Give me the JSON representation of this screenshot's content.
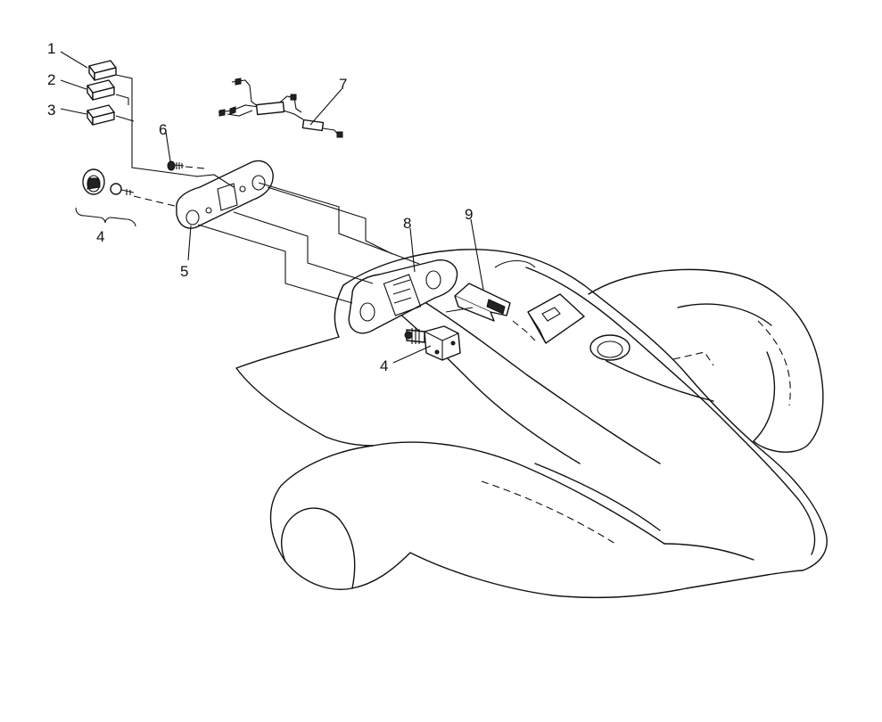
{
  "callouts": [
    {
      "id": "c1",
      "text": "1"
    },
    {
      "id": "c2",
      "text": "2"
    },
    {
      "id": "c3",
      "text": "3"
    },
    {
      "id": "c4a",
      "text": "4"
    },
    {
      "id": "c4b",
      "text": "4"
    },
    {
      "id": "c5",
      "text": "5"
    },
    {
      "id": "c6",
      "text": "6"
    },
    {
      "id": "c7",
      "text": "7"
    },
    {
      "id": "c8",
      "text": "8"
    },
    {
      "id": "c9",
      "text": "9"
    }
  ],
  "colors": {
    "line": "#111111",
    "background": "#ffffff"
  }
}
